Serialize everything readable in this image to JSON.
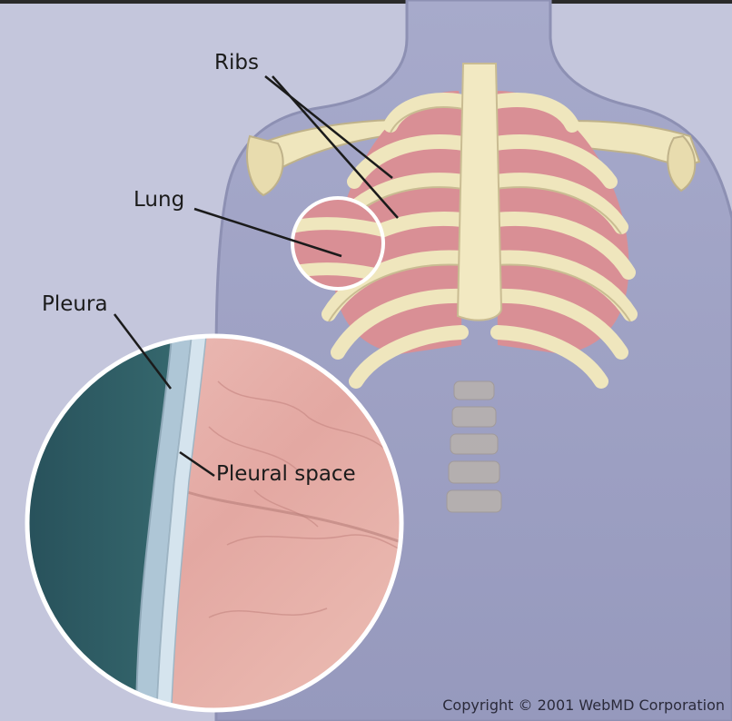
{
  "labels": {
    "ribs": "Ribs",
    "lung": "Lung",
    "pleura": "Pleura",
    "pleural_space": "Pleural space"
  },
  "copyright": "Copyright © 2001 WebMD Corporation",
  "colors": {
    "background": "#c4c6dc",
    "body": "#9fa3c4",
    "bone": "#efe6bd",
    "lung": "#d98f95",
    "chest_wall": "#2f5d63",
    "pleura": "#aec6d6",
    "lung_tissue": "#e7b0a8"
  }
}
